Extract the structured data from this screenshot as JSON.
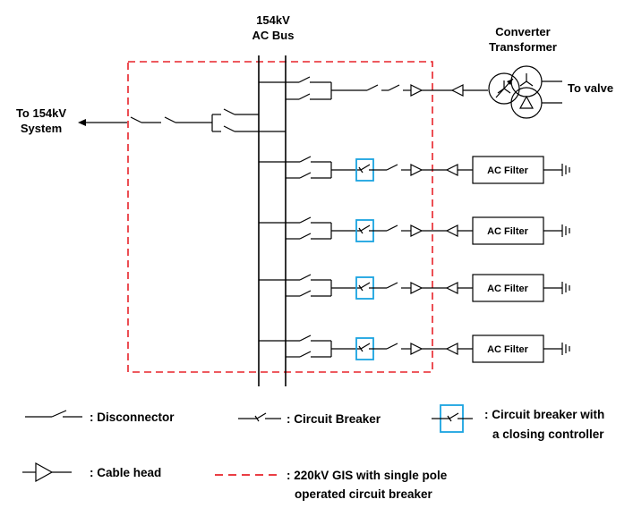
{
  "labels": {
    "bus_line1": "154kV",
    "bus_line2": "AC Bus",
    "system_line1": "To 154kV",
    "system_line2": "System",
    "transformer_line1": "Converter",
    "transformer_line2": "Transformer",
    "to_valve": "To valve",
    "ac_filter": "AC Filter"
  },
  "legend": {
    "disconnector": ": Disconnector",
    "circuit_breaker": ": Circuit Breaker",
    "closing_controller_line1": ": Circuit breaker with",
    "closing_controller_line2": "a closing controller",
    "cable_head": ": Cable head",
    "gis_line1": ": 220kV GIS with single pole",
    "gis_line2": "operated circuit breaker"
  },
  "colors": {
    "gis_boundary": "#e8232a",
    "closing_controller": "#1aa3e0",
    "line": "#000000"
  }
}
